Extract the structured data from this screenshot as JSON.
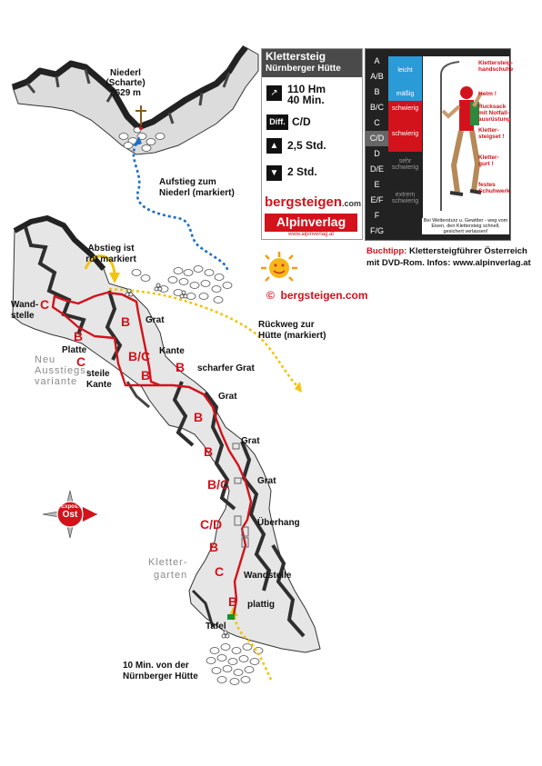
{
  "summit": {
    "name": "Niederl",
    "sub": "(Scharte)",
    "elevation": "2629 m"
  },
  "route_labels": {
    "ascent": [
      "Aufstieg zum",
      "Niederl (markiert)"
    ],
    "descent": [
      "Abstieg ist",
      "rot markiert"
    ],
    "return": [
      "Rückweg zur",
      "Hütte (markiert)"
    ],
    "wandstelle_top": [
      "Wand-",
      "stelle"
    ],
    "platte": "Platte",
    "steile_kante": [
      "steile",
      "Kante"
    ],
    "new_exit": [
      "Neu",
      "Ausstiegs-",
      "variante"
    ],
    "grat": "Grat",
    "kante": "Kante",
    "scharfer_grat": "scharfer Grat",
    "ueberhang": "Überhang",
    "wandstelle": "Wandstelle",
    "plattig": "plattig",
    "tafel": "Tafel",
    "klettergarten": [
      "Kletter-",
      "garten"
    ],
    "approach": [
      "10 Min. von der",
      "Nürnberger Hütte"
    ]
  },
  "grades": {
    "c1": "C",
    "b1": "B",
    "c2": "C",
    "b2": "B",
    "bc1": "B/C",
    "b3": "B",
    "b4": "B",
    "b5": "B",
    "b6": "B",
    "bc2": "B/C",
    "cd": "C/D",
    "b7": "B",
    "c3": "C",
    "b8": "B"
  },
  "compass": {
    "line1": "Expos.",
    "line2": "Ost"
  },
  "infobox": {
    "title": "Klettersteig",
    "subtitle": "Nürnberger Hütte",
    "height_gain": "110 Hm",
    "length": "40 Min.",
    "diff_label": "Diff.",
    "difficulty": "C/D",
    "ascent_time": "2,5 Std.",
    "descent_time": "2 Std.",
    "brand1": "bergsteigen",
    "brand1_suffix": ".com",
    "brand2": "Alpinverlag",
    "brand2_url": "www.alpinverlag.at"
  },
  "grade_scale": {
    "levels": [
      "A",
      "A/B",
      "B",
      "B/C",
      "C",
      "C/D",
      "D",
      "D/E",
      "E",
      "E/F",
      "F",
      "F/G"
    ],
    "bands": [
      "leicht",
      "mäßig",
      "schwierig",
      "schwierig",
      "sehr schwierig",
      "extrem schwierig"
    ],
    "warnings": [
      "Klettersteig-handschuhe",
      "Helm !",
      "Rucksack mit Notfall-ausrüstung",
      "Kletter-steigset !",
      "Kletter-gurt !",
      "festes Schuhwerk"
    ],
    "footer": "Bei Wettersturz u. Gewitter - weg vom Eisen, den Klettersteig schnell, gesichert verlassen!"
  },
  "book_tip": {
    "label": "Buchtipp:",
    "line1": "Klettersteigführer Österreich",
    "line2": "mit DVD-Rom. Infos: www.alpinverlag.at"
  },
  "copyright": {
    "symbol": "©",
    "text": "bergsteigen.com"
  },
  "colors": {
    "route": "#d2131c",
    "ascent_dots": "#1e6fc0",
    "return_dots": "#f1c40f",
    "rock": "#3a3a3a",
    "lime": "#c8e21e"
  }
}
